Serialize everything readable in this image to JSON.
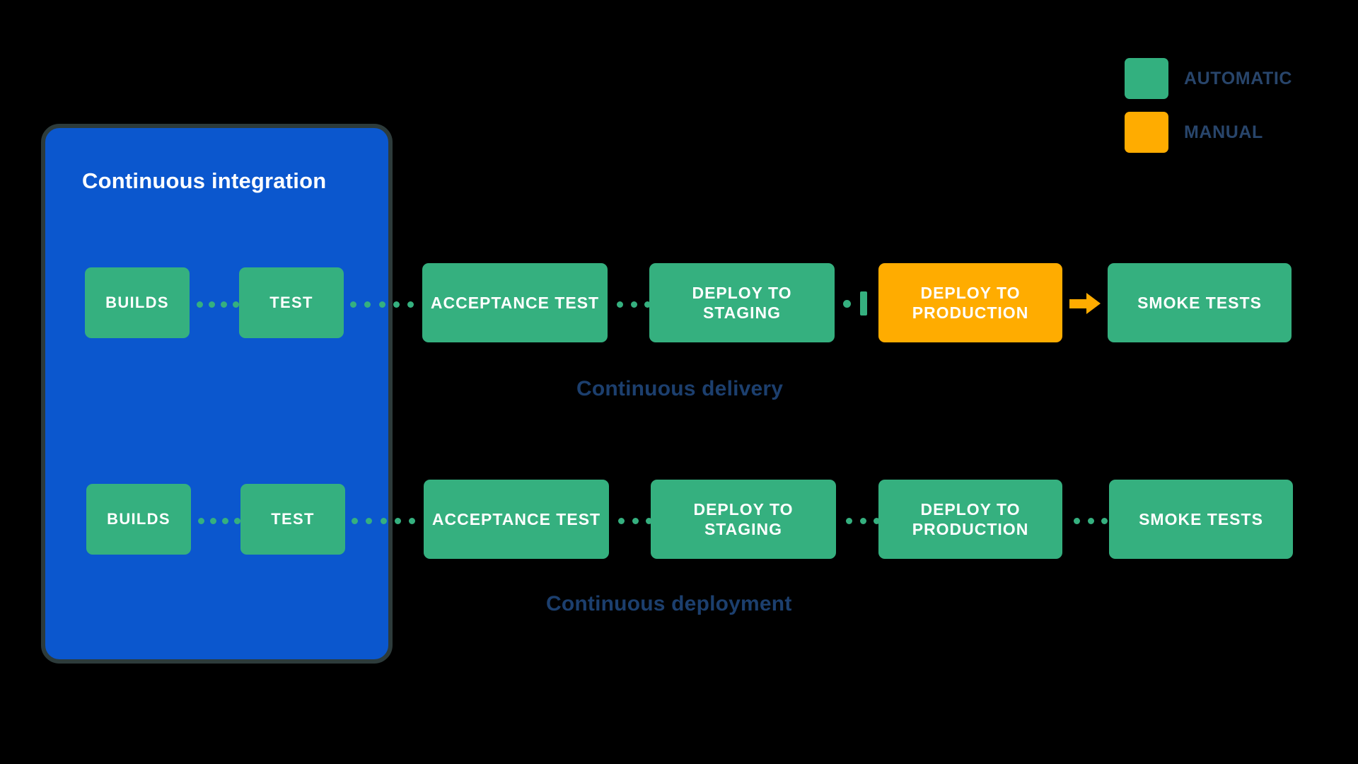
{
  "legend": {
    "items": [
      {
        "label": "AUTOMATIC",
        "swatch": "green-swatch-icon",
        "color": "#33b07f"
      },
      {
        "label": "MANUAL",
        "swatch": "orange-swatch-icon",
        "color": "#ffac00"
      }
    ],
    "text_color": "#28456b"
  },
  "ci_panel": {
    "title": "Continuous integration",
    "fill": "#0b57ce",
    "border": "#2d3b3b",
    "title_color": "#ffffff"
  },
  "colors": {
    "background": "#000000",
    "automatic": "#35b07f",
    "manual": "#ffac00",
    "caption": "#1c3f6e",
    "node_text": "#ffffff"
  },
  "delivery_row": {
    "caption": "Continuous delivery",
    "nodes": [
      {
        "label": "BUILDS",
        "type": "automatic",
        "inside_ci": true
      },
      {
        "label": "TEST",
        "type": "automatic",
        "inside_ci": true
      },
      {
        "label": "ACCEPTANCE TEST",
        "type": "automatic",
        "inside_ci": false
      },
      {
        "label": "DEPLOY TO STAGING",
        "type": "automatic",
        "inside_ci": false
      },
      {
        "label": "DEPLOY TO PRODUCTION",
        "type": "manual",
        "inside_ci": false
      },
      {
        "label": "SMOKE TESTS",
        "type": "automatic",
        "inside_ci": false
      }
    ],
    "gate_marker": "manual-gate-icon",
    "arrow_marker": "manual-arrow-icon"
  },
  "deployment_row": {
    "caption": "Continuous deployment",
    "nodes": [
      {
        "label": "BUILDS",
        "type": "automatic",
        "inside_ci": true
      },
      {
        "label": "TEST",
        "type": "automatic",
        "inside_ci": true
      },
      {
        "label": "ACCEPTANCE TEST",
        "type": "automatic",
        "inside_ci": false
      },
      {
        "label": "DEPLOY TO STAGING",
        "type": "automatic",
        "inside_ci": false
      },
      {
        "label": "DEPLOY TO PRODUCTION",
        "type": "automatic",
        "inside_ci": false
      },
      {
        "label": "SMOKE TESTS",
        "type": "automatic",
        "inside_ci": false
      }
    ]
  }
}
